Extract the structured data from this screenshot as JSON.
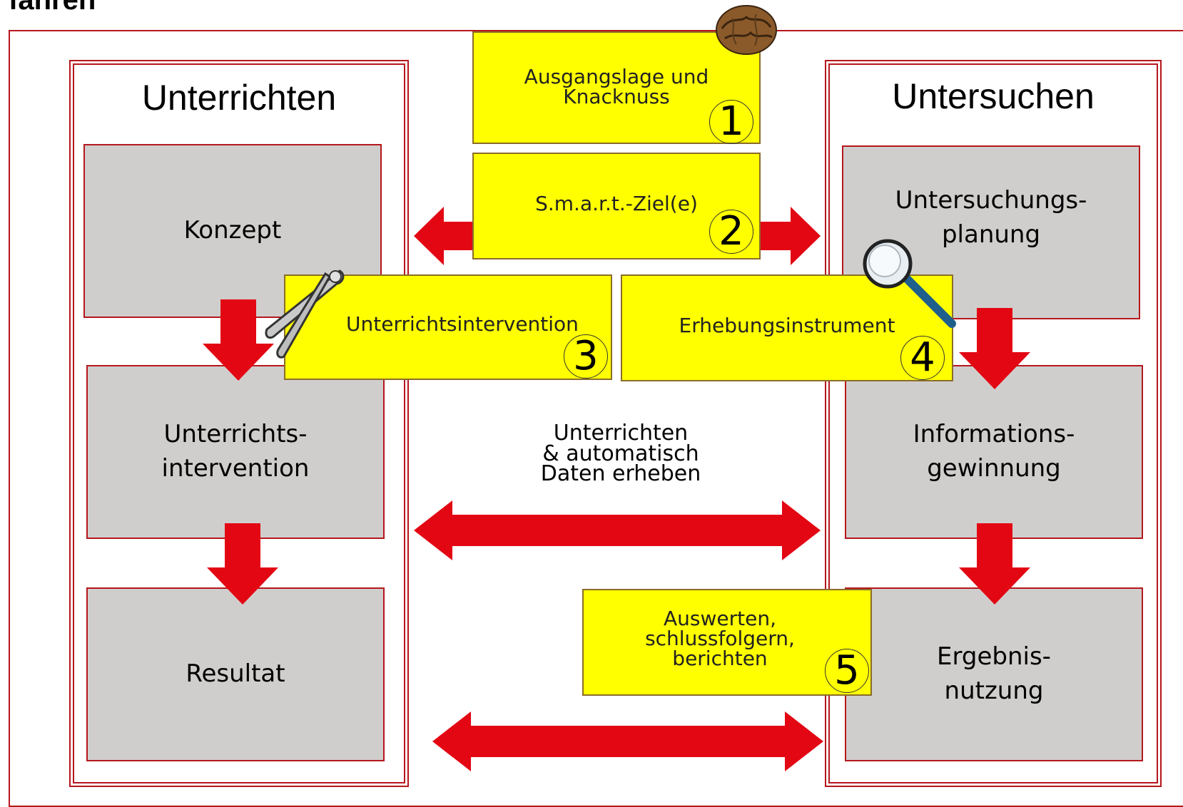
{
  "heading": "fahren",
  "left_column": {
    "title": "Unterrichten",
    "boxes": [
      "Konzept",
      "Unterrichts-\nintervention",
      "Resultat"
    ]
  },
  "right_column": {
    "title": "Untersuchen",
    "boxes": [
      "Untersuchungs-\nplanung",
      "Informations-\ngewinnung",
      "Ergebnis-\nnutzung"
    ]
  },
  "steps": [
    {
      "label": "Ausgangslage und\nKnacknuss",
      "number": "1"
    },
    {
      "label": "S.m.a.r.t.-Ziel(e)",
      "number": "2"
    },
    {
      "label": "Unterrichtsintervention",
      "number": "3"
    },
    {
      "label": "Erhebungsinstrument",
      "number": "4"
    },
    {
      "label": "Auswerten,\nschlussfolgern,\nberichten",
      "number": "5"
    }
  ],
  "center_label": "Unterrichten\n& automatisch\nDaten erheben",
  "icons": [
    "walnut-icon",
    "nutcracker-icon",
    "magnifier-icon"
  ],
  "colors": {
    "frame": "#b5171d",
    "arrow": "#e30613",
    "box": "#d0cecd",
    "step": "#ffff00"
  }
}
